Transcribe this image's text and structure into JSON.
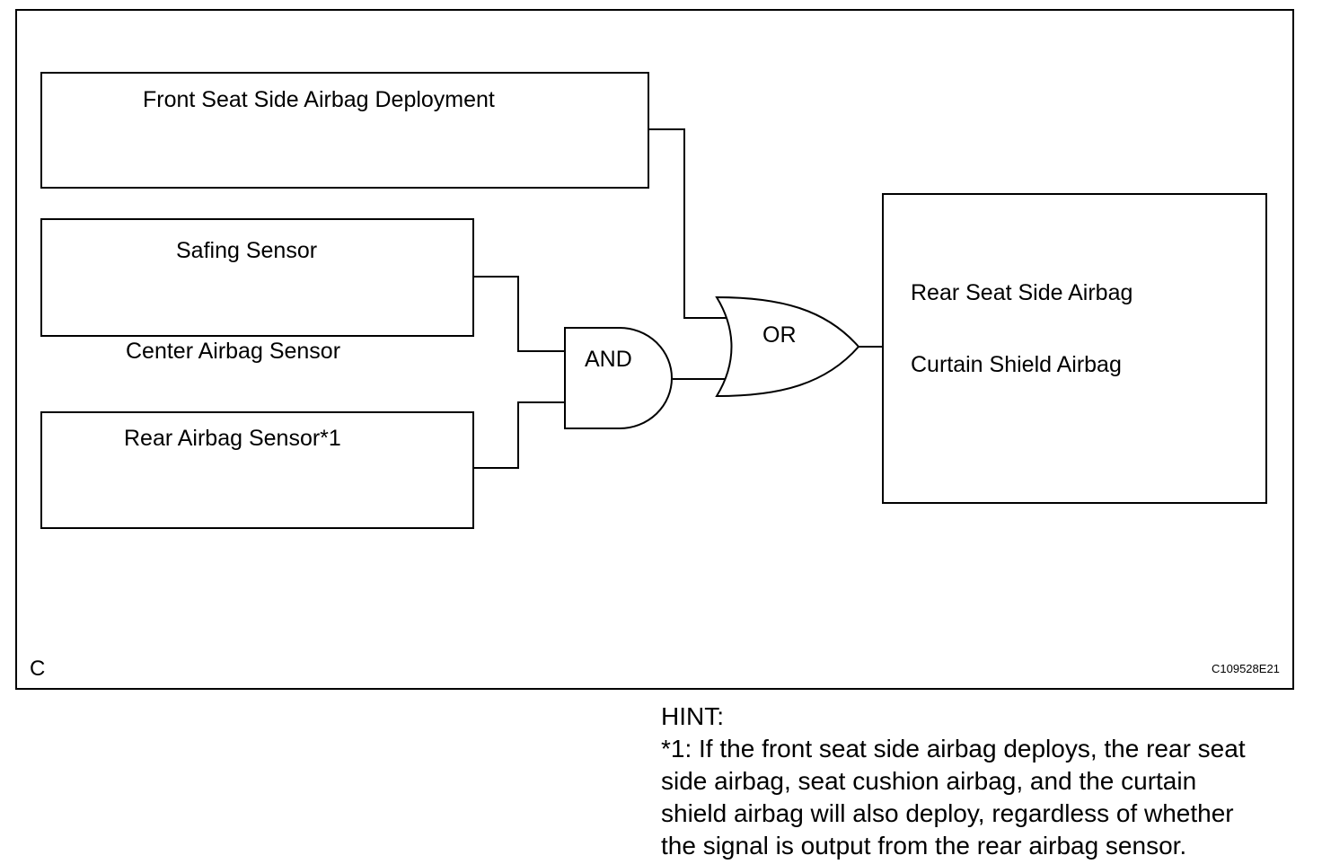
{
  "diagram": {
    "blocks": {
      "front_seat": "Front Seat Side Airbag Deployment",
      "safing": "Safing Sensor",
      "center_sensor": "Center Airbag Sensor",
      "rear_sensor": "Rear Airbag Sensor*1",
      "output_line1": "Rear Seat Side Airbag",
      "output_line2": "Curtain Shield Airbag"
    },
    "gates": {
      "and_label": "AND",
      "or_label": "OR"
    },
    "corner_letter": "C",
    "figure_code": "C109528E21"
  },
  "hint": {
    "title": "HINT:",
    "lines": [
      "*1: If the front seat side airbag deploys, the rear seat",
      "side airbag, seat cushion airbag, and the curtain",
      "shield airbag will also deploy, regardless of whether",
      "the signal is output from the rear airbag sensor."
    ]
  }
}
